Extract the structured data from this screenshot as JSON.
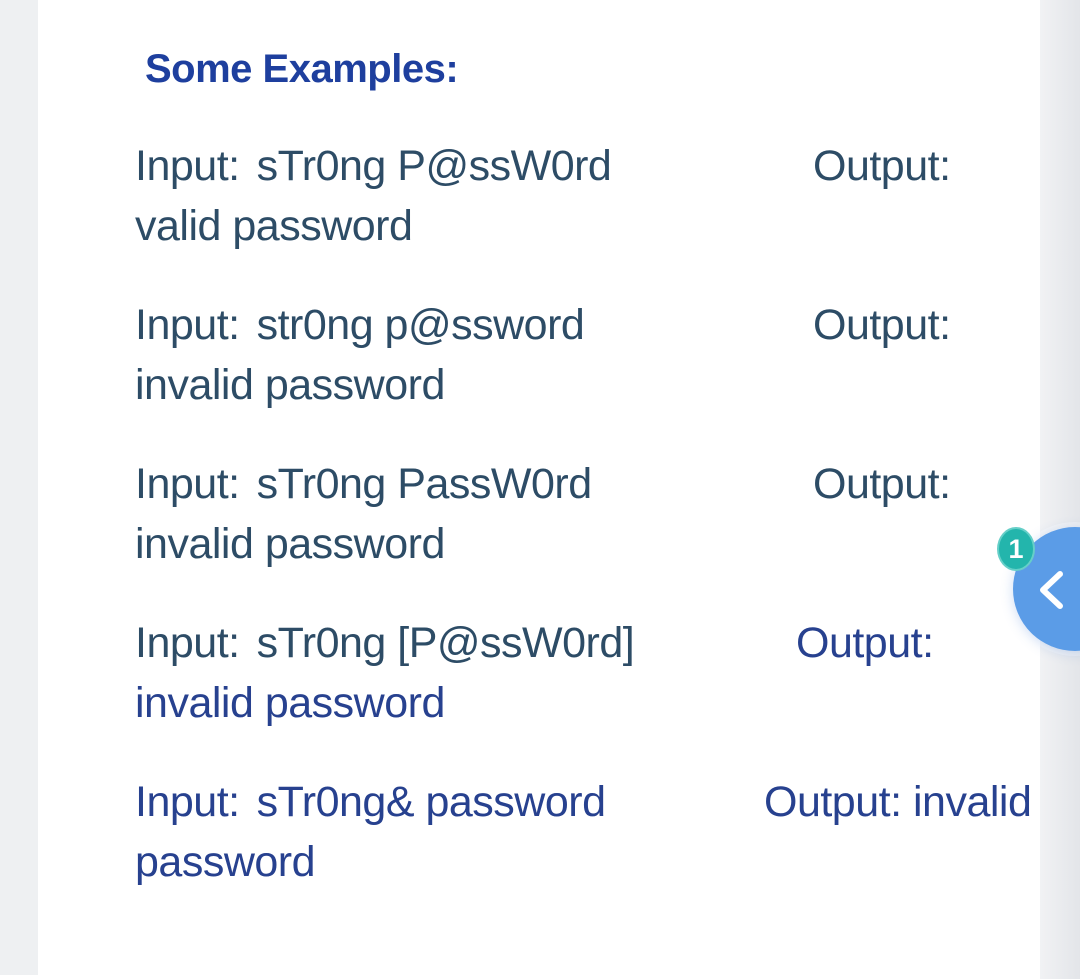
{
  "page": {
    "heading": "Some Examples:"
  },
  "examples": [
    {
      "input_label": "Input:",
      "input_value": "sTr0ng P@ssW0rd",
      "output_text": "Output:",
      "wrap_text": "valid password",
      "color_main": "#2d4c66",
      "color_out": "#2d4c66",
      "color_wrap": "#2d4c66"
    },
    {
      "input_label": "Input:",
      "input_value": "str0ng p@ssword",
      "output_text": "Output:",
      "wrap_text": "invalid password",
      "color_main": "#2d4c66",
      "color_out": "#2d4c66",
      "color_wrap": "#2d4c66"
    },
    {
      "input_label": "Input:",
      "input_value": "sTr0ng PassW0rd",
      "output_text": "Output:",
      "wrap_text": "invalid password",
      "color_main": "#2d4c66",
      "color_out": "#2d4c66",
      "color_wrap": "#2d4c66"
    },
    {
      "input_label": "Input:",
      "input_value": "sTr0ng [P@ssW0rd]",
      "output_text": "Output:",
      "wrap_text": "invalid password",
      "color_main": "#2d4c66",
      "color_out": "#27418f",
      "color_wrap": "#27418f"
    },
    {
      "input_label": "Input:",
      "input_value": "sTr0ng& password",
      "output_text": "Output: invalid",
      "wrap_text": "password",
      "color_main": "#27418f",
      "color_out": "#27418f",
      "color_wrap": "#27418f"
    }
  ],
  "floating_widget": {
    "badge_count": "1",
    "chevron_icon": "chevron-left"
  },
  "colors": {
    "heading": "#1e3f9e",
    "text_slate": "#2d4c66",
    "text_navy": "#27418f",
    "fab_blue": "#5b9ce7",
    "badge_teal": "#23b5ac",
    "card_bg": "#ffffff",
    "page_bg": "#eef0f2"
  }
}
